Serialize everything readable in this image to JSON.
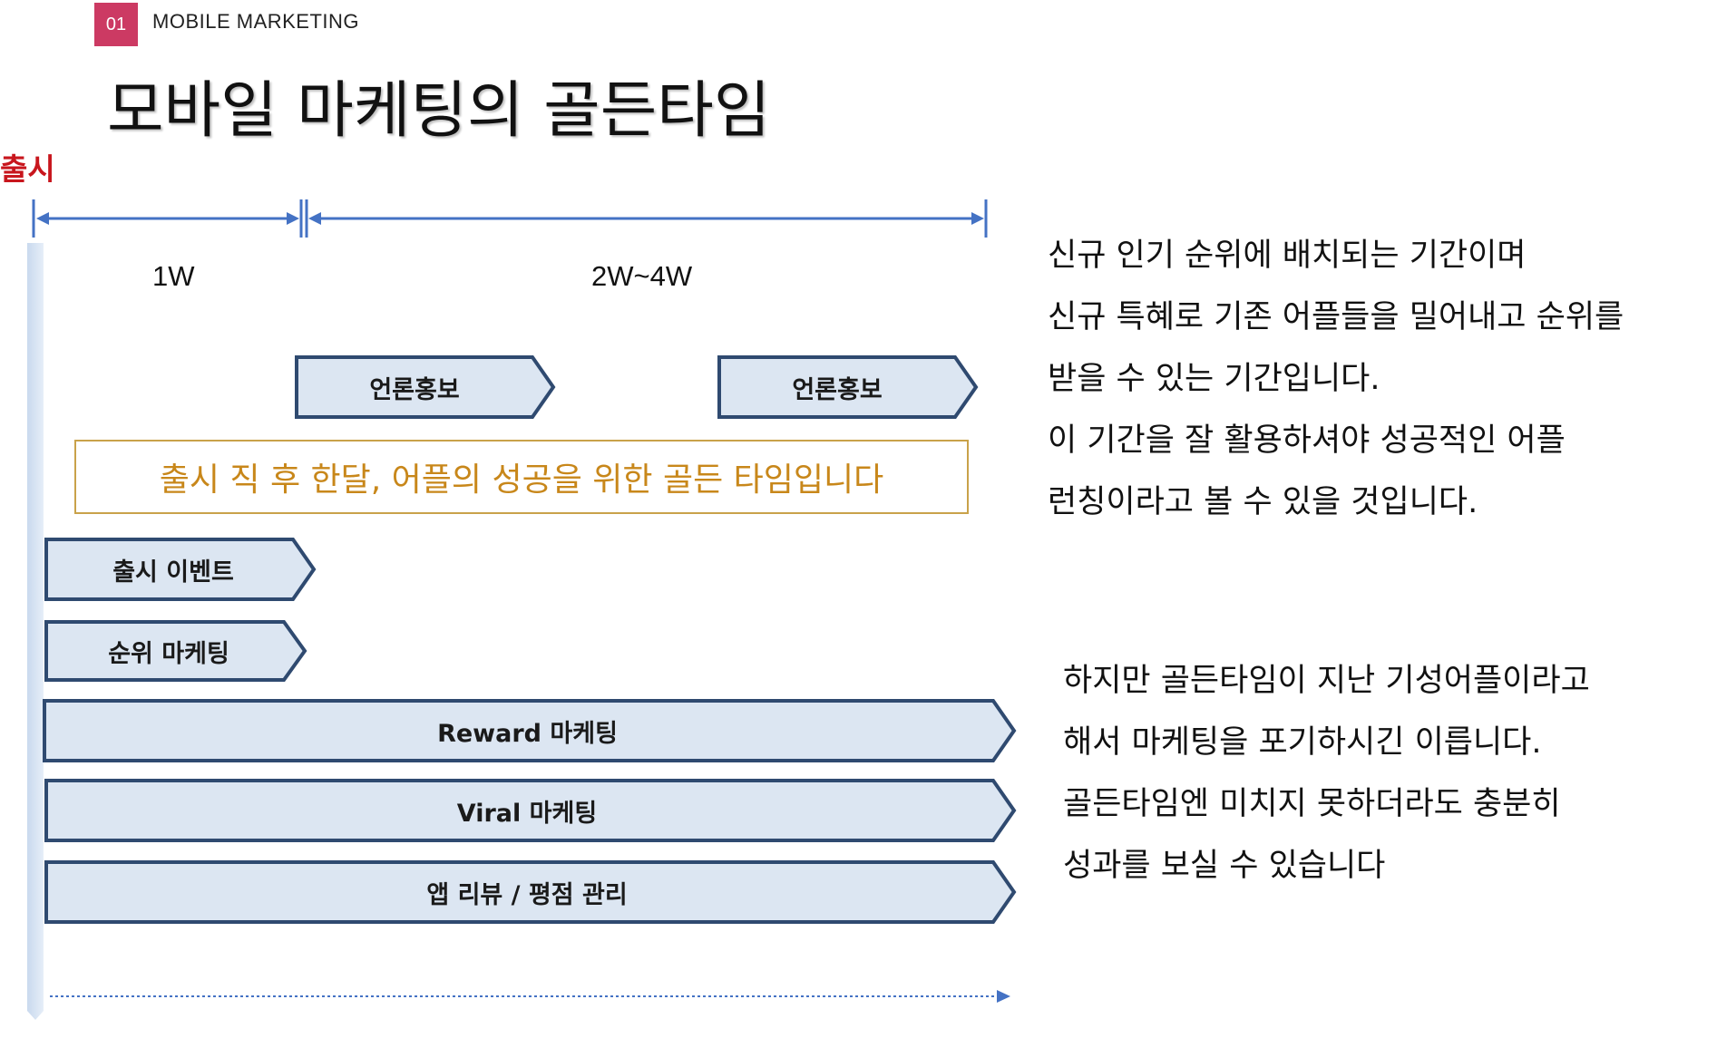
{
  "header": {
    "section_number": "01",
    "section_title": "MOBILE MARKETING"
  },
  "title": "모바일 마케팅의 골든타임",
  "timeline": {
    "launch_label": "출시",
    "periods": [
      "1W",
      "2W~4W"
    ]
  },
  "arrows": {
    "press_1": "언론홍보",
    "press_2": "언론홍보",
    "launch_event": "출시 이벤트",
    "rank_marketing": "순위 마케팅",
    "reward_marketing": "Reward 마케팅",
    "viral_marketing": "Viral 마케팅",
    "review_management": "앱 리뷰 / 평점 관리"
  },
  "golden_time_note": "출시 직 후 한달, 어플의 성공을 위한 골든 타임입니다",
  "description_1": [
    "신규 인기 순위에 배치되는 기간이며",
    "신규 특혜로 기존 어플들을 밀어내고 순위를",
    "받을 수 있는 기간입니다.",
    "이 기간을 잘 활용하셔야 성공적인 어플",
    "런칭이라고 볼 수 있을 것입니다."
  ],
  "description_2": [
    "하지만 골든타임이 지난 기성어플이라고",
    "해서 마케팅을 포기하시긴 이릅니다.",
    "골든타임엔 미치지 못하더라도 충분히",
    "성과를 보실 수 있습니다"
  ],
  "colors": {
    "accent": "#cc3a63",
    "launch": "#c8161d",
    "arrow_fill": "#dce6f2",
    "arrow_stroke": "#2f4a70",
    "timeline": "#4472c4",
    "golden": "#c8871a"
  }
}
